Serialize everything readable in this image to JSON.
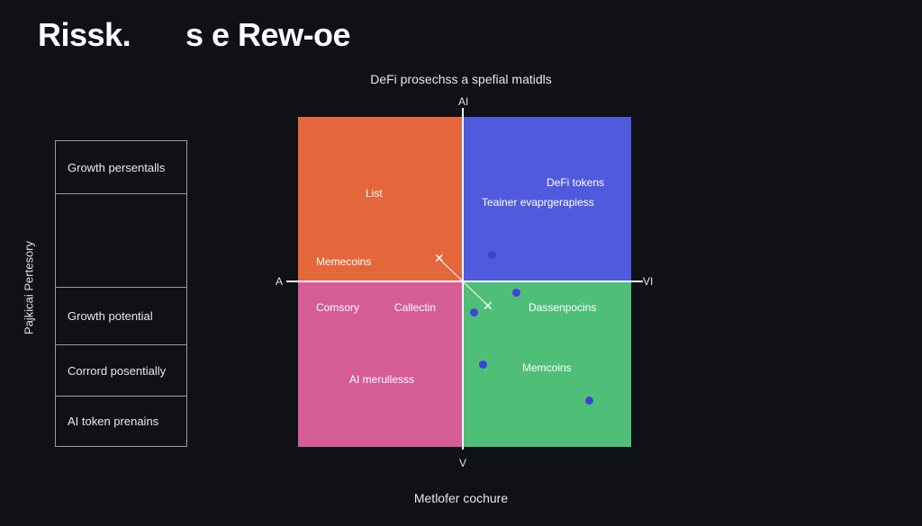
{
  "header": {
    "title_left": "Rissk.",
    "title_right": "s e Rew-oe",
    "subtitle": "DeFi prosechss a spefial matidls"
  },
  "side_panel": {
    "cells": [
      "Growth persentalls",
      "",
      "Growth potential",
      "Corrord posentially",
      "AI token prenains"
    ]
  },
  "axes": {
    "y_label": "Pajkicai Pertesory",
    "x_label": "Metlofer cochure",
    "top_tick": "AI",
    "bottom_tick": "V",
    "left_tick": "A",
    "right_tick": "VI"
  },
  "quadrants": {
    "top_left": {
      "labels": [
        "List",
        "Memecoins"
      ],
      "color": "#e4663b"
    },
    "top_right": {
      "labels": [
        "DeFi tokens",
        "Teainer evaprgerapiess"
      ],
      "color": "#4f5bdc"
    },
    "bottom_left": {
      "labels": [
        "Comsory",
        "Callectin",
        "AI merullesss"
      ],
      "color": "#d65c96"
    },
    "bottom_right": {
      "labels": [
        "Dassenpocins",
        "Memcoins"
      ],
      "color": "#4fbf78"
    }
  },
  "colors": {
    "background": "#0f1117",
    "dot": "#3d43d8"
  },
  "markers": [
    "x-mark",
    "x-mark",
    "dot",
    "dot",
    "dot",
    "dot",
    "dot"
  ]
}
